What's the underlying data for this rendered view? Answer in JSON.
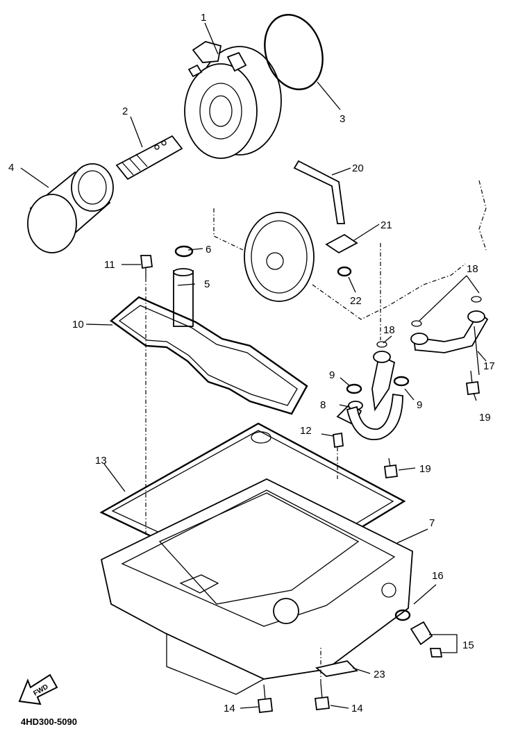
{
  "diagram_code": "4HD300-5090",
  "fwd_label": "FWD",
  "callouts": [
    "1",
    "2",
    "3",
    "4",
    "5",
    "6",
    "7",
    "8",
    "9",
    "9",
    "10",
    "11",
    "12",
    "13",
    "14",
    "14",
    "15",
    "16",
    "17",
    "18",
    "18",
    "19",
    "19",
    "20",
    "21",
    "22",
    "23"
  ]
}
